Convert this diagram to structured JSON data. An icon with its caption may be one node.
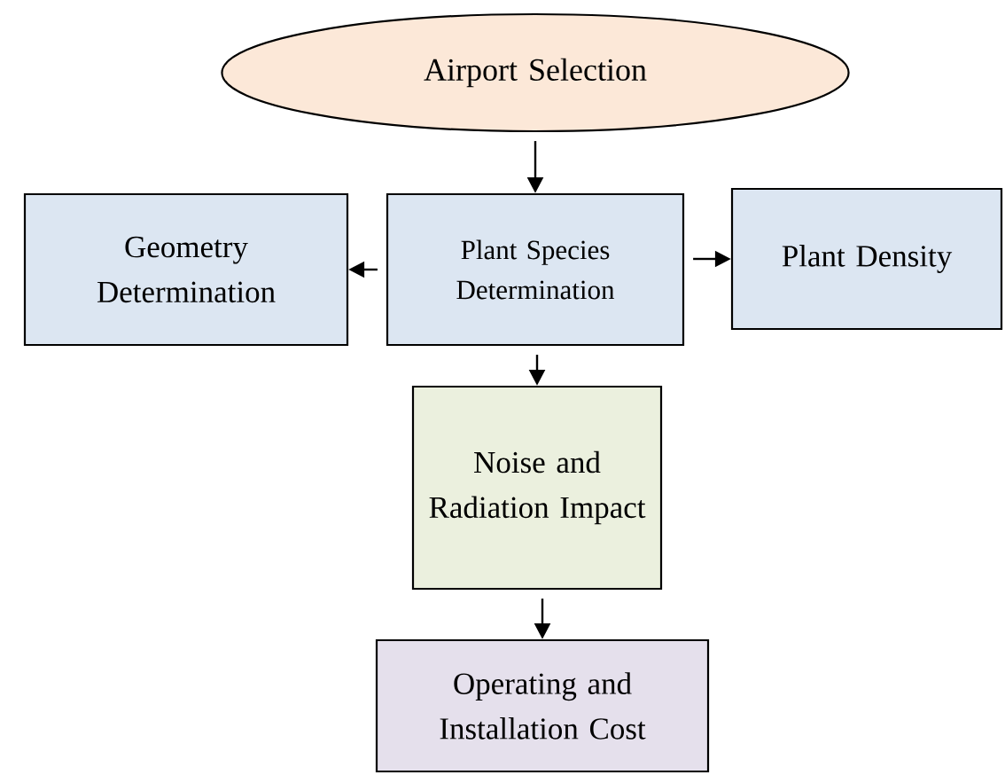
{
  "diagram": {
    "nodes": [
      {
        "text": [
          "Airport Selection"
        ]
      },
      {
        "text": [
          "Plant Species Determination"
        ]
      },
      {
        "text": [
          "Geometry Determination"
        ]
      },
      {
        "text": [
          "Plant Density"
        ]
      },
      {
        "text": [
          "Noise and Radiation Impact"
        ]
      },
      {
        "text": [
          "Operating and Installation Cost"
        ]
      }
    ],
    "edges": [
      {
        "from": 0,
        "to": 1,
        "arrow": "to"
      },
      {
        "from": 1,
        "to": 2,
        "arrow": "to"
      },
      {
        "from": 1,
        "to": 3,
        "arrow": "to"
      },
      {
        "from": 1,
        "to": 4,
        "arrow": "to"
      },
      {
        "from": 4,
        "to": 5,
        "arrow": "to"
      }
    ]
  }
}
